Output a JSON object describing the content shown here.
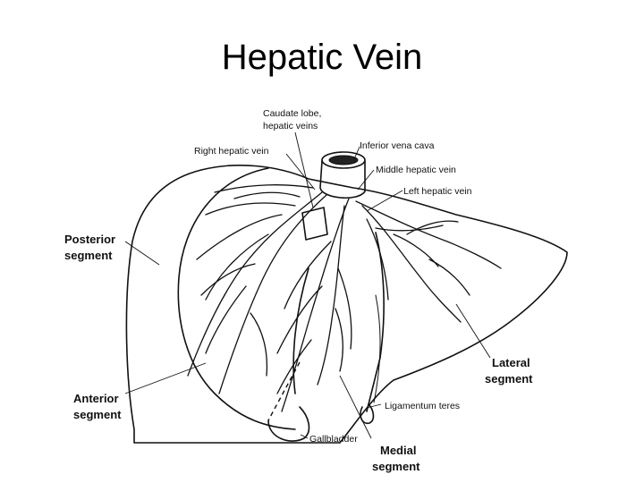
{
  "title": "Hepatic Vein",
  "labels": {
    "caudate_lobe_line1": "Caudate lobe,",
    "caudate_lobe_line2": "hepatic veins",
    "right_hepatic_vein": "Right hepatic vein",
    "inferior_vena_cava": "Inferior vena cava",
    "middle_hepatic_vein": "Middle hepatic vein",
    "left_hepatic_vein": "Left hepatic vein",
    "posterior_segment_line1": "Posterior",
    "posterior_segment_line2": "segment",
    "anterior_segment_line1": "Anterior",
    "anterior_segment_line2": "segment",
    "lateral_segment_line1": "Lateral",
    "lateral_segment_line2": "segment",
    "medial_segment_line1": "Medial",
    "medial_segment_line2": "segment",
    "ligamentum_teres": "Ligamentum teres",
    "gallbladder": "Gallbladder"
  }
}
